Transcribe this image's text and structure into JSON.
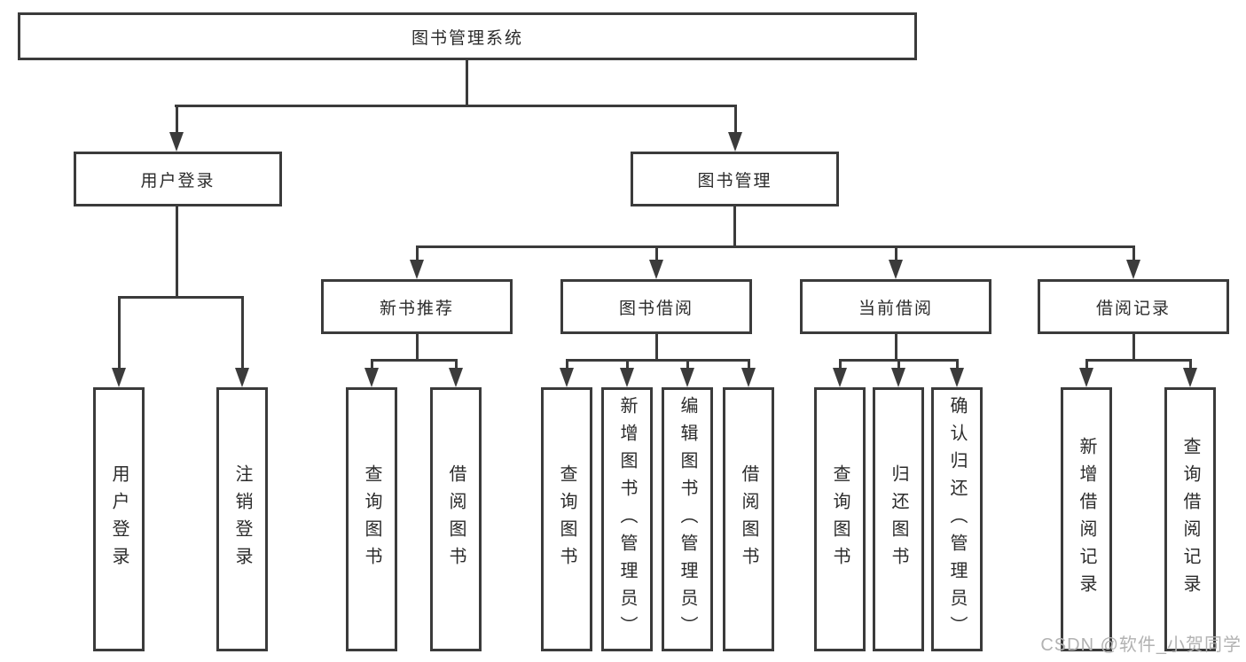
{
  "tree": {
    "root": {
      "label": "图书管理系统",
      "children": [
        {
          "label": "用户登录",
          "children": [
            {
              "label": "用户登录"
            },
            {
              "label": "注销登录"
            }
          ]
        },
        {
          "label": "图书管理",
          "children": [
            {
              "label": "新书推荐",
              "children": [
                {
                  "label": "查询图书"
                },
                {
                  "label": "借阅图书"
                }
              ]
            },
            {
              "label": "图书借阅",
              "children": [
                {
                  "label": "查询图书"
                },
                {
                  "label": "新增图书（管理员）"
                },
                {
                  "label": "编辑图书（管理员）"
                },
                {
                  "label": "借阅图书"
                }
              ]
            },
            {
              "label": "当前借阅",
              "children": [
                {
                  "label": "查询图书"
                },
                {
                  "label": "归还图书"
                },
                {
                  "label": "确认归还（管理员）"
                }
              ]
            },
            {
              "label": "借阅记录",
              "children": [
                {
                  "label": "新增借阅记录"
                },
                {
                  "label": "查询借阅记录"
                }
              ]
            }
          ]
        }
      ]
    }
  },
  "watermark": {
    "text": "CSDN @软件_小贺同学"
  },
  "colors": {
    "line": "#3b3b3b",
    "text": "#2b2b2b",
    "watermark": "#b2b2b2",
    "background": "#ffffff"
  }
}
